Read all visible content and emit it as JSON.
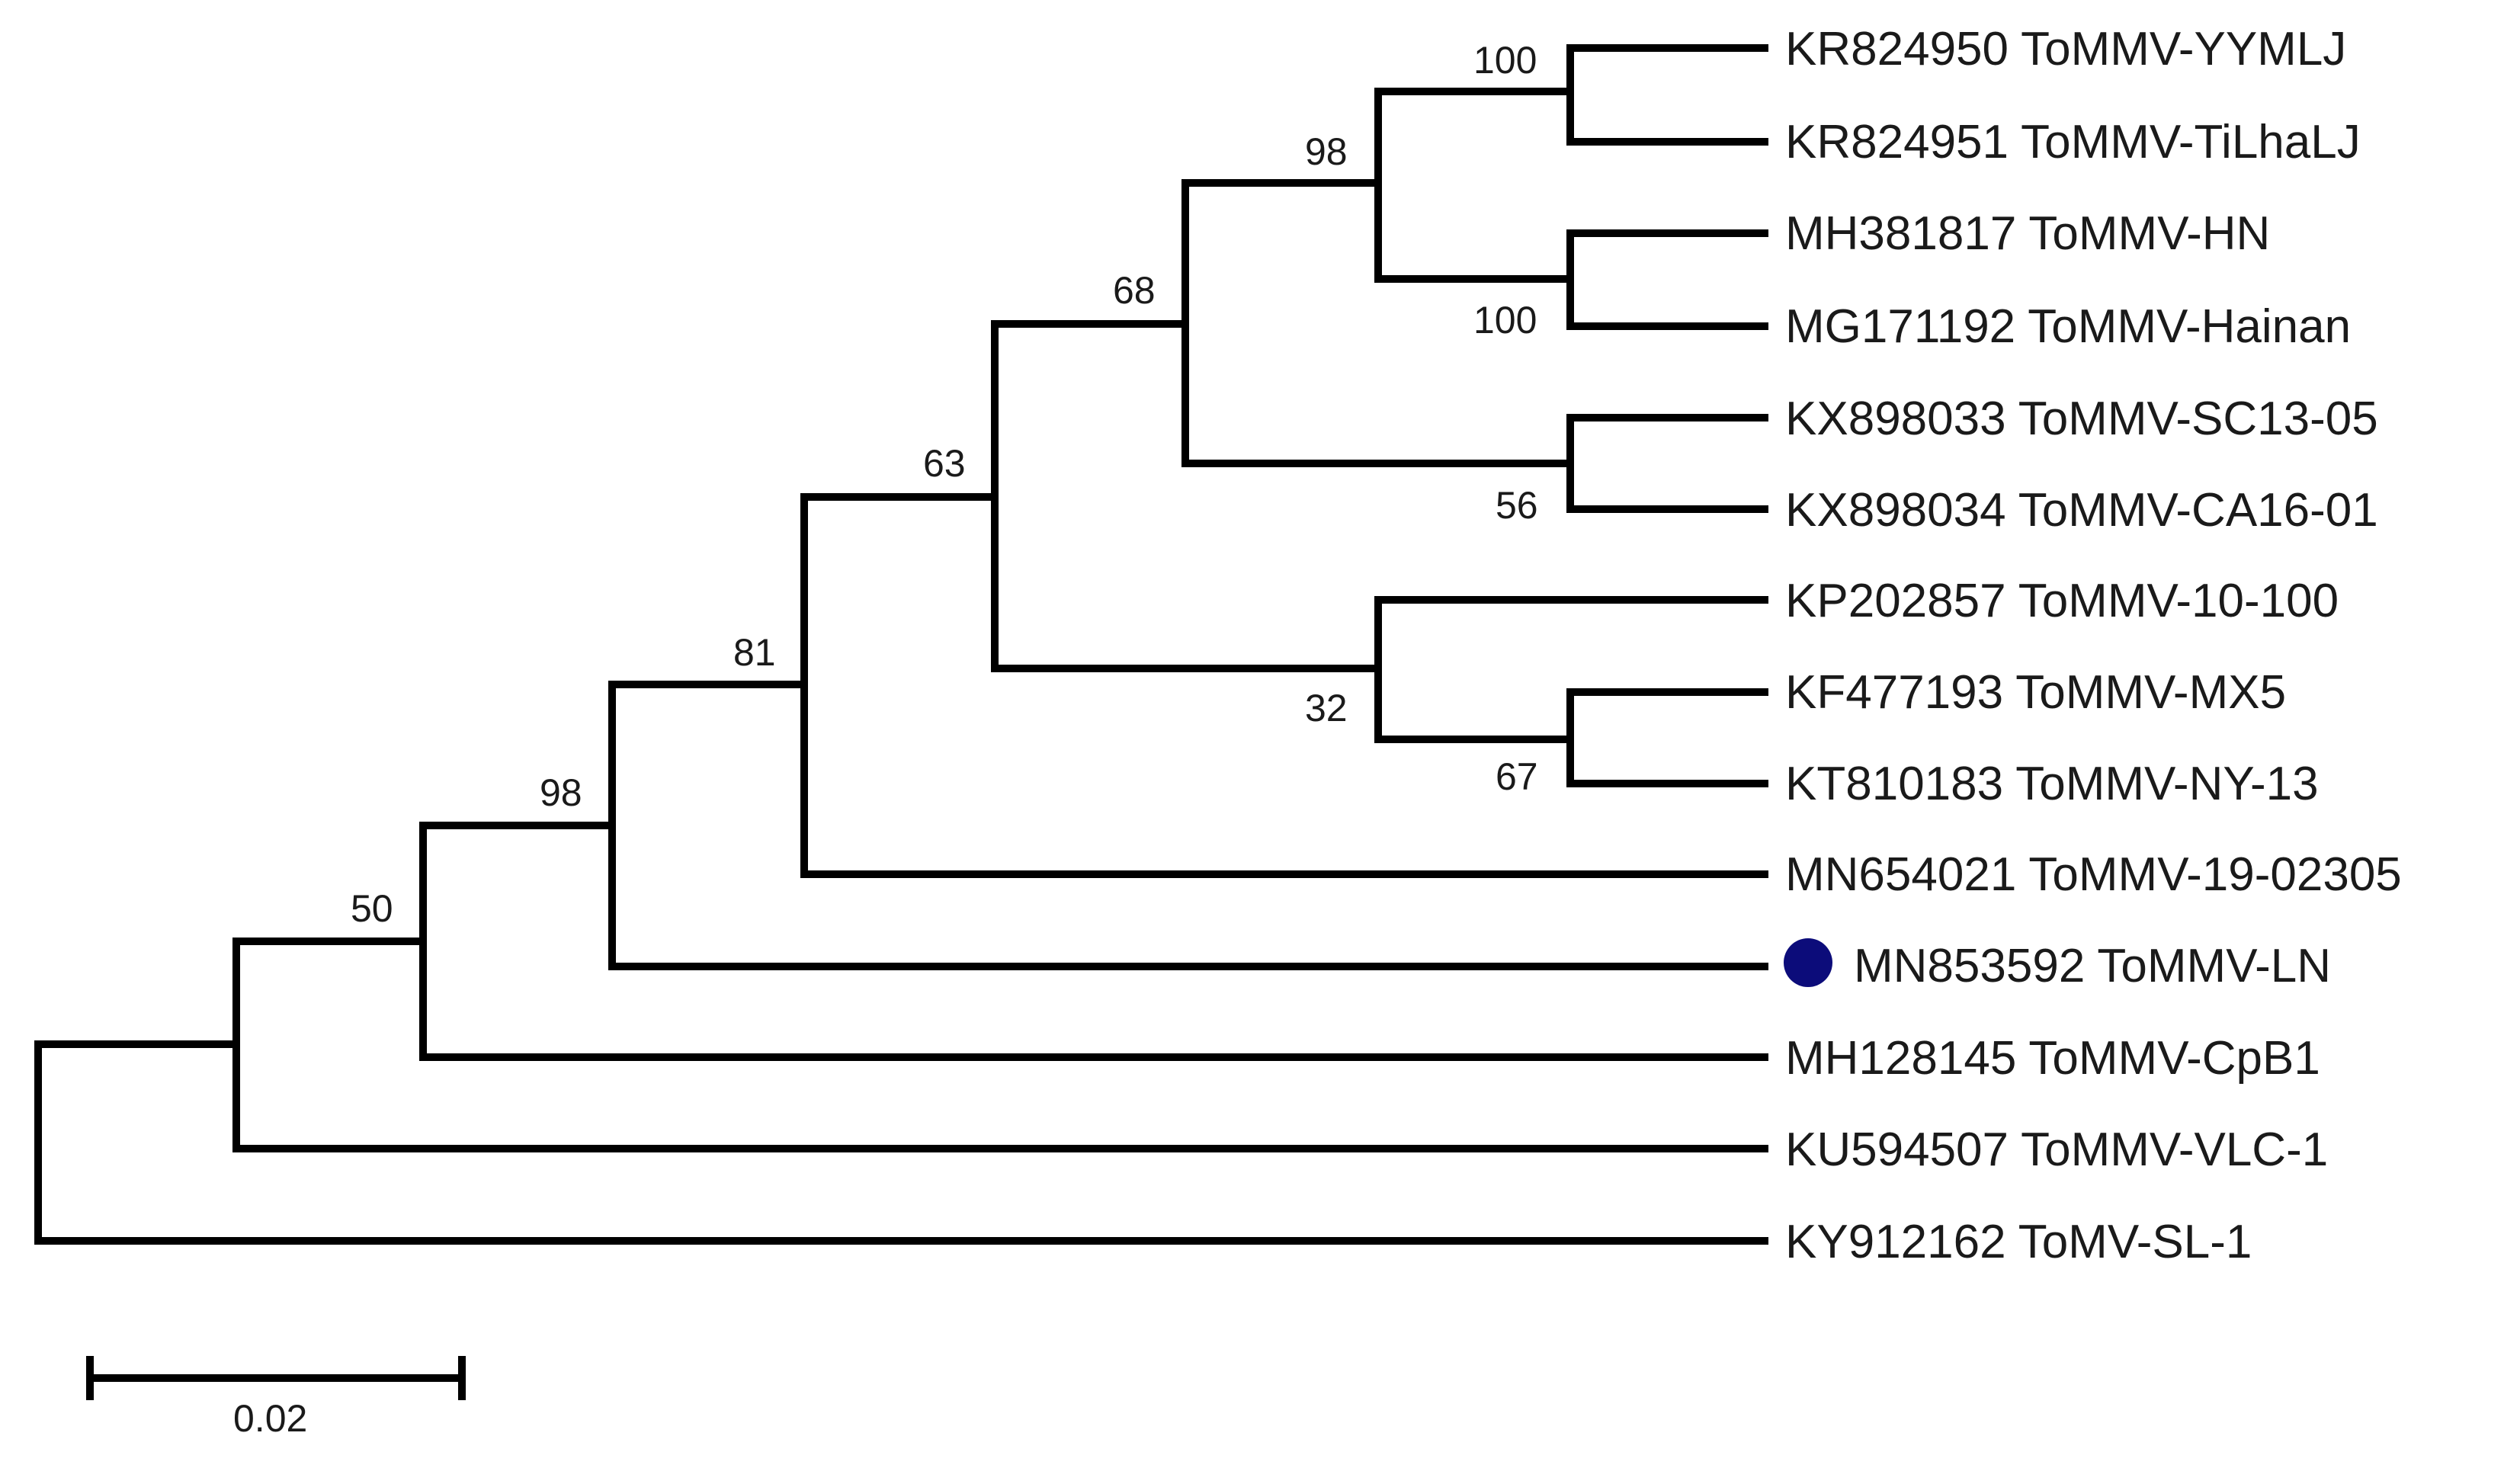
{
  "tree": {
    "taxa": [
      {
        "id": "yymlj",
        "label": "KR824950 ToMMV-YYMLJ"
      },
      {
        "id": "tilhalj",
        "label": "KR824951 ToMMV-TiLhaLJ"
      },
      {
        "id": "hn",
        "label": "MH381817 ToMMV-HN"
      },
      {
        "id": "hainan",
        "label": "MG171192 ToMMV-Hainan"
      },
      {
        "id": "sc13",
        "label": "KX898033 ToMMV-SC13-05"
      },
      {
        "id": "ca16",
        "label": "KX898034 ToMMV-CA16-01"
      },
      {
        "id": "t10",
        "label": "KP202857 ToMMV-10-100"
      },
      {
        "id": "mx5",
        "label": "KF477193 ToMMV-MX5"
      },
      {
        "id": "ny13",
        "label": "KT810183 ToMMV-NY-13"
      },
      {
        "id": "n19",
        "label": "MN654021 ToMMV-19-02305"
      },
      {
        "id": "ln",
        "label": "MN853592 ToMMV-LN",
        "marker": "circle",
        "marker_color": "#0c0c7a"
      },
      {
        "id": "cpb1",
        "label": "MH128145 ToMMV-CpB1"
      },
      {
        "id": "vlc1",
        "label": "KU594507 ToMMV-VLC-1"
      },
      {
        "id": "sl1",
        "label": "KY912162 ToMV-SL-1"
      }
    ],
    "bootstrap": {
      "b100a": "100",
      "b98a": "98",
      "b100b": "100",
      "b68": "68",
      "b56": "56",
      "b63": "63",
      "b32": "32",
      "b67": "67",
      "b81": "81",
      "b98b": "98",
      "b50": "50"
    }
  },
  "scale_bar": {
    "label": "0.02"
  },
  "colors": {
    "branch": "#000000",
    "highlight_marker": "#0c0c7a"
  }
}
